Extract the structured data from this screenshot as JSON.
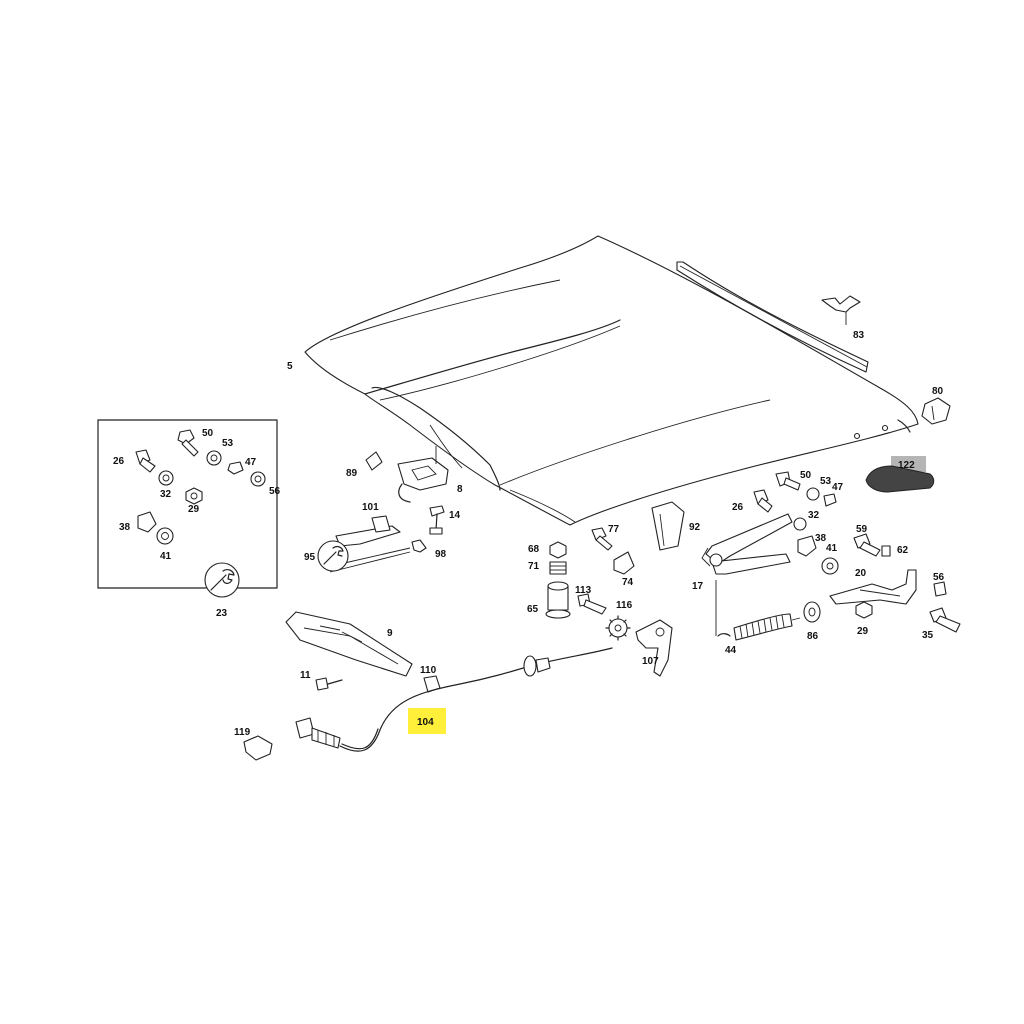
{
  "diagram": {
    "highlight_yellow": "#ffef3a",
    "highlight_gray": "#b5b5b5",
    "line_color": "#222222",
    "labels": {
      "l5": "5",
      "l83": "83",
      "l80": "80",
      "l122": "122",
      "l50a": "50",
      "l53a": "53",
      "l26a": "26",
      "l47a": "47",
      "l32a": "32",
      "l56a": "56",
      "l29a": "29",
      "l38a": "38",
      "l41a": "41",
      "l23": "23",
      "l89": "89",
      "l8": "8",
      "l101": "101",
      "l14": "14",
      "l95": "95",
      "l98": "98",
      "l68": "68",
      "l71": "71",
      "l65": "65",
      "l77": "77",
      "l74": "74",
      "l92": "92",
      "l113": "113",
      "l116": "116",
      "l107": "107",
      "l9": "9",
      "l11": "11",
      "l110": "110",
      "l104": "104",
      "l119": "119",
      "l26b": "26",
      "l50b": "50",
      "l53b": "53",
      "l47b": "47",
      "l32b": "32",
      "l38b": "38",
      "l41b": "41",
      "l17": "17",
      "l44": "44",
      "l86": "86",
      "l59": "59",
      "l62": "62",
      "l20": "20",
      "l56b": "56",
      "l29b": "29",
      "l35": "35"
    }
  }
}
